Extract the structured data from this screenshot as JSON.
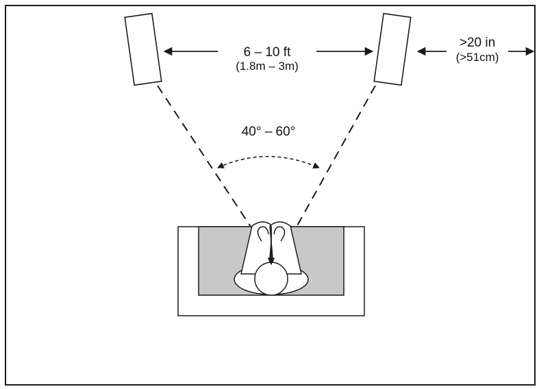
{
  "distance_between_speakers": {
    "imperial": "6 – 10 ft",
    "metric": "(1.8m – 3m)"
  },
  "distance_to_wall": {
    "imperial": ">20 in",
    "metric": "(>51cm)"
  },
  "listening_angle": "40° – 60°",
  "colors": {
    "line": "#1a1a1a",
    "couch_seat": "#c8c8c8",
    "background": "#ffffff"
  }
}
